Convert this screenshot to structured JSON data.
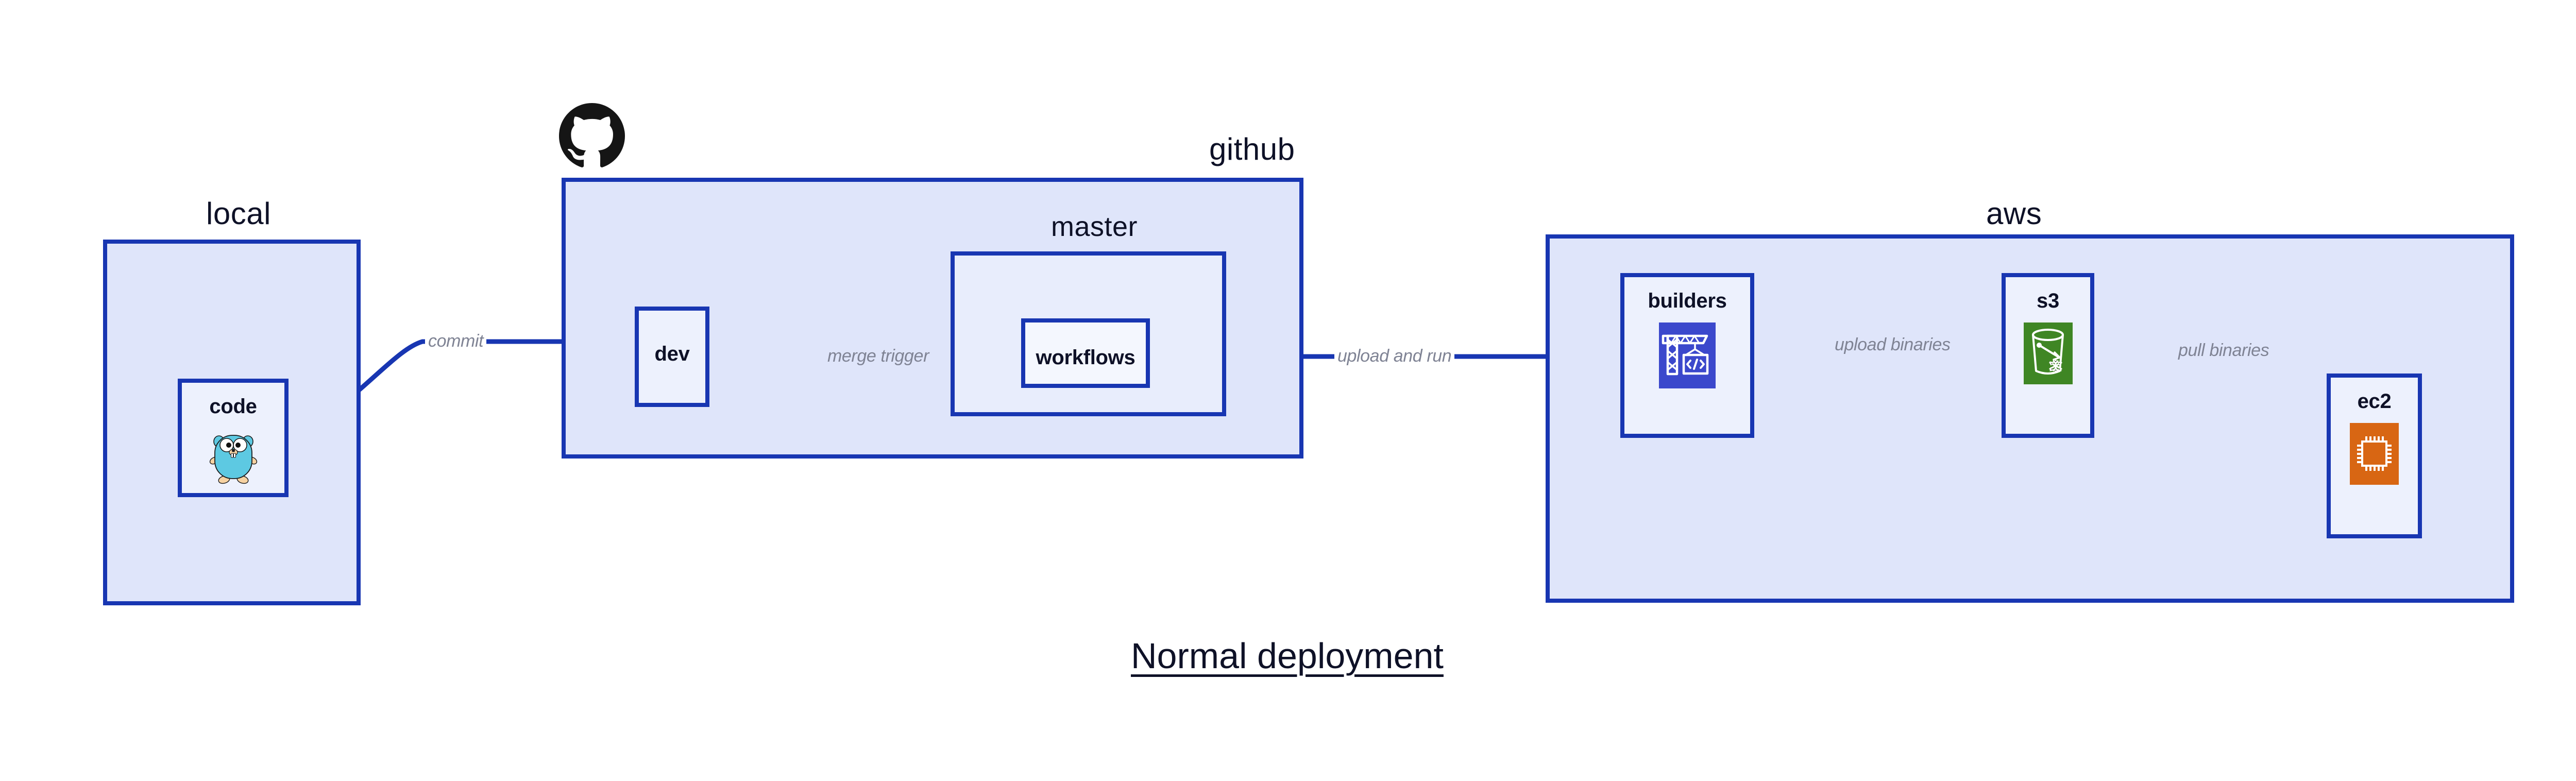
{
  "diagram": {
    "title": "Normal deployment",
    "colors": {
      "group_border": "#1836B2",
      "group_fill": "#DFE5FA",
      "node_fill": "#EDF1FD",
      "edge_stroke": "#1836B2",
      "edge_label_text": "#7F8394",
      "title_text": "#0E1127",
      "codebuild_purple": "#3B48CC",
      "s3_green": "#3F8624",
      "ec2_orange": "#D86613",
      "gopher_cyan": "#5DC9E2",
      "gopher_tan": "#F6D2A2",
      "octocat_black": "#151515"
    }
  },
  "groups": [
    {
      "id": "local",
      "label": "local"
    },
    {
      "id": "github",
      "label": "github"
    },
    {
      "id": "master",
      "label": "master"
    },
    {
      "id": "aws",
      "label": "aws"
    }
  ],
  "nodes": [
    {
      "id": "code",
      "label": "code",
      "icon": "golang-gopher-icon"
    },
    {
      "id": "dev",
      "label": "dev",
      "icon": null
    },
    {
      "id": "workflows",
      "label": "workflows",
      "icon": null
    },
    {
      "id": "builders",
      "label": "builders",
      "icon": "aws-codebuild-icon"
    },
    {
      "id": "s3",
      "label": "s3",
      "icon": "aws-s3-glacier-icon"
    },
    {
      "id": "ec2",
      "label": "ec2",
      "icon": "aws-ec2-chip-icon"
    }
  ],
  "edges": [
    {
      "id": "commit",
      "from": "code",
      "to": "dev",
      "label": "commit"
    },
    {
      "id": "merge-trigger",
      "from": "dev",
      "to": "workflows",
      "label": "merge trigger"
    },
    {
      "id": "upload-and-run",
      "from": "workflows",
      "to": "builders",
      "label": "upload and run"
    },
    {
      "id": "upload-binaries",
      "from": "builders",
      "to": "s3",
      "label": "upload binaries"
    },
    {
      "id": "pull-binaries",
      "from": "s3",
      "to": "ec2",
      "label": "pull binaries"
    }
  ],
  "logos": [
    {
      "id": "github-octocat",
      "name": "github-octocat-logo"
    }
  ]
}
